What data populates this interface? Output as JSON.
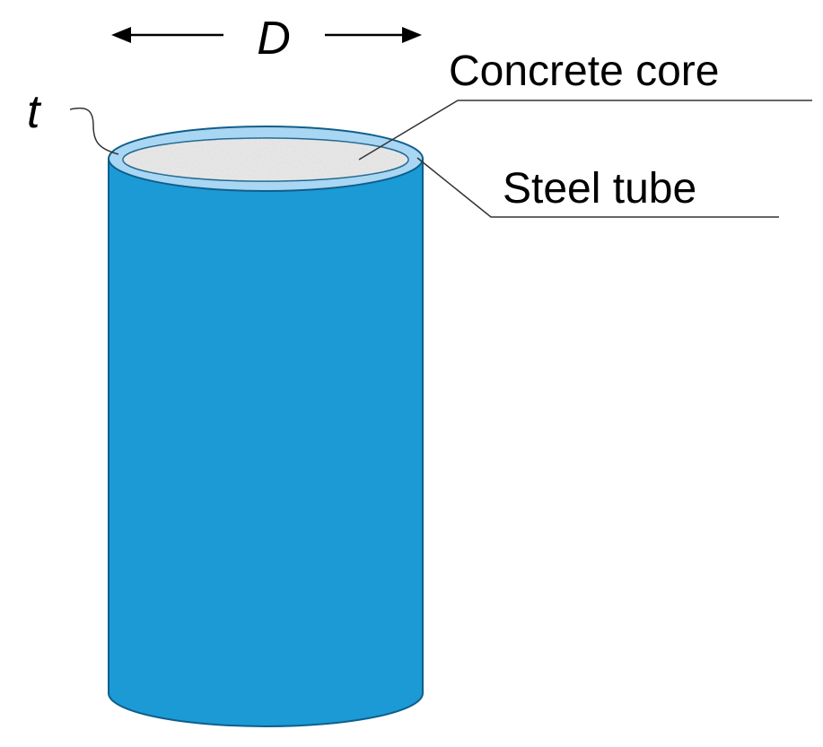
{
  "labels": {
    "diameter": "D",
    "thickness": "t",
    "concrete_core": "Concrete core",
    "steel_tube": "Steel tube"
  },
  "colors": {
    "tube_body": "#1b9ad6",
    "tube_outline": "#0f5f8a",
    "ring": "#a9d6f2",
    "concrete": "#f1f1f1",
    "leader_line": "#333333"
  }
}
